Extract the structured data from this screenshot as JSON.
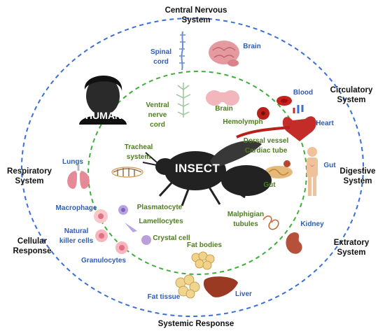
{
  "outer_systems": {
    "central": "Central Nervous\nSystem",
    "circulatory": "Circulatory\nSystem",
    "digestive": "Digestive\nSystem",
    "extratory": "Extratory\nSystem",
    "systemic": "Systemic Response",
    "cellular": "Cellular\nResponse",
    "respiratory": "Respiratory\nSystem"
  },
  "human_labels": {
    "spinal_cord": "Spinal\ncord",
    "brain": "Brain",
    "blood": "Blood",
    "heart": "Heart",
    "gut": "Gut",
    "kidney": "Kidney",
    "liver": "Liver",
    "fat_tissue": "Fat tissue",
    "granulocytes": "Granulocytes",
    "nk_cells": "Natural\nkiller cells",
    "macrophage": "Macrophage",
    "lungs": "Lungs"
  },
  "insect_labels": {
    "ventral_nerve_cord": "Ventral\nnerve\ncord",
    "brain": "Brain",
    "hemolymph": "Hemolymph",
    "dorsal_vessel": "Dorsal vessel\nCardiac tube",
    "gut": "Gut",
    "malphigian": "Malphigian\ntubules",
    "fat_bodies": "Fat bodies",
    "crystal_cell": "Crystal cell",
    "lamellocytes": "Lamellocytes",
    "plasmatocyte": "Plasmatocyte",
    "tracheal": "Tracheal\nsystem"
  },
  "center": {
    "insect": "INSECT",
    "human": "HUMAN"
  },
  "colors": {
    "outer_ring": "#3a6fd8",
    "inner_ring": "#3fae3a",
    "human_text": "#2f5eb3",
    "insect_text": "#4e7d1f"
  }
}
